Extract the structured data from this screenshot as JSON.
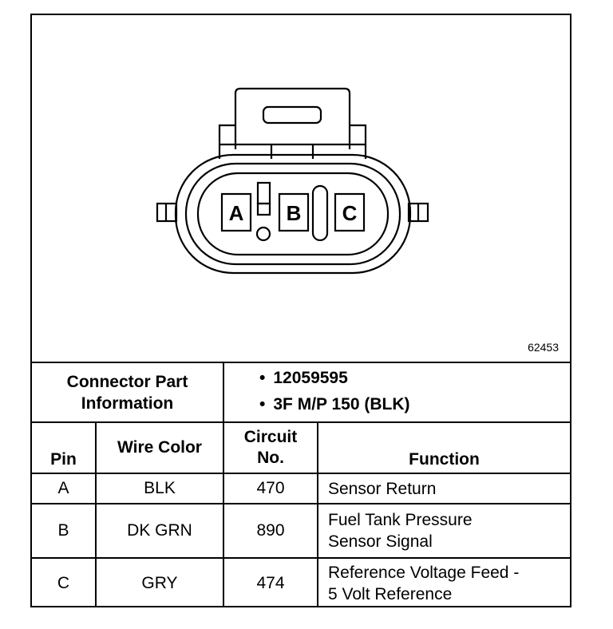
{
  "figure": {
    "pin_labels": [
      "A",
      "B",
      "C"
    ],
    "figure_number": "62453"
  },
  "connector_info": {
    "label_line1": "Connector Part",
    "label_line2": "Information",
    "items": [
      "12059595",
      "3F M/P 150 (BLK)"
    ]
  },
  "table": {
    "headers": {
      "pin": "Pin",
      "wire_color": "Wire Color",
      "circuit_line1": "Circuit",
      "circuit_line2": "No.",
      "function": "Function"
    },
    "rows": [
      {
        "pin": "A",
        "wire_color": "BLK",
        "circuit": "470",
        "function_line1": "Sensor Return",
        "function_line2": ""
      },
      {
        "pin": "B",
        "wire_color": "DK GRN",
        "circuit": "890",
        "function_line1": "Fuel Tank Pressure",
        "function_line2": "Sensor Signal"
      },
      {
        "pin": "C",
        "wire_color": "GRY",
        "circuit": "474",
        "function_line1": "Reference Voltage Feed -",
        "function_line2": "5 Volt Reference"
      }
    ]
  }
}
